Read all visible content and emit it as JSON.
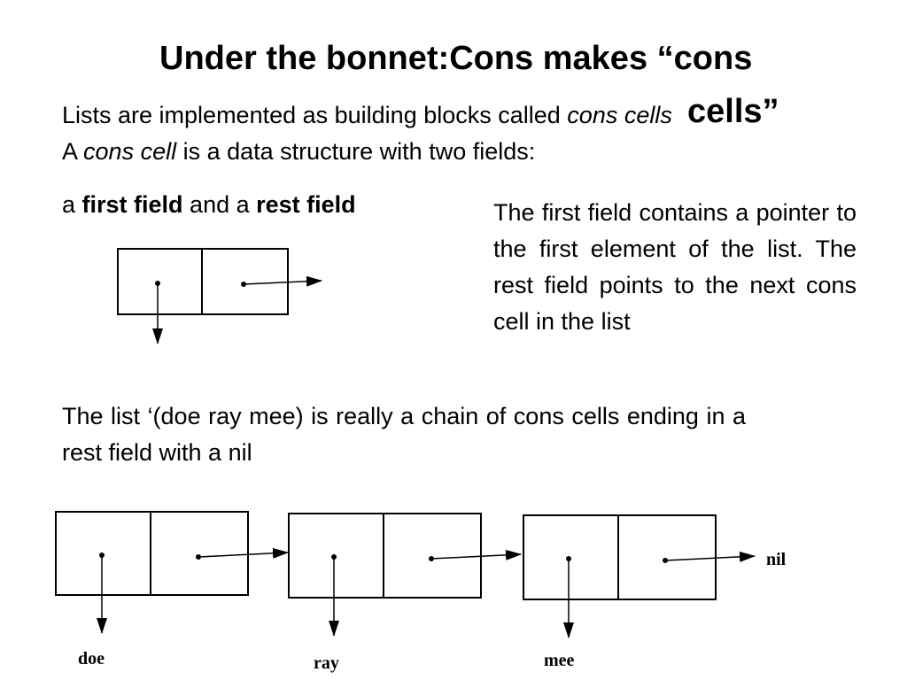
{
  "slide": {
    "title_line1": "Under the bonnet:Cons makes “cons",
    "title_line2": "cells”",
    "line1_pre": "Lists are implemented as building blocks called ",
    "line1_em": "cons cells",
    "line2_pre": "A ",
    "line2_em": "cons cell",
    "line2_post": "  is a data structure with two fields:",
    "fields_pre": "a ",
    "fields_first": "first field",
    "fields_mid": "  and a ",
    "fields_rest": "rest field",
    "side_note": "The first field contains a pointer to the first element of the list. The rest field points to the next cons cell in the list",
    "chain_text": "The list ‘(doe ray mee) is really a chain of cons cells ending in a rest field with a nil"
  },
  "diagram": {
    "elements": [
      "doe",
      "ray",
      "mee"
    ],
    "end_label": "nil"
  }
}
